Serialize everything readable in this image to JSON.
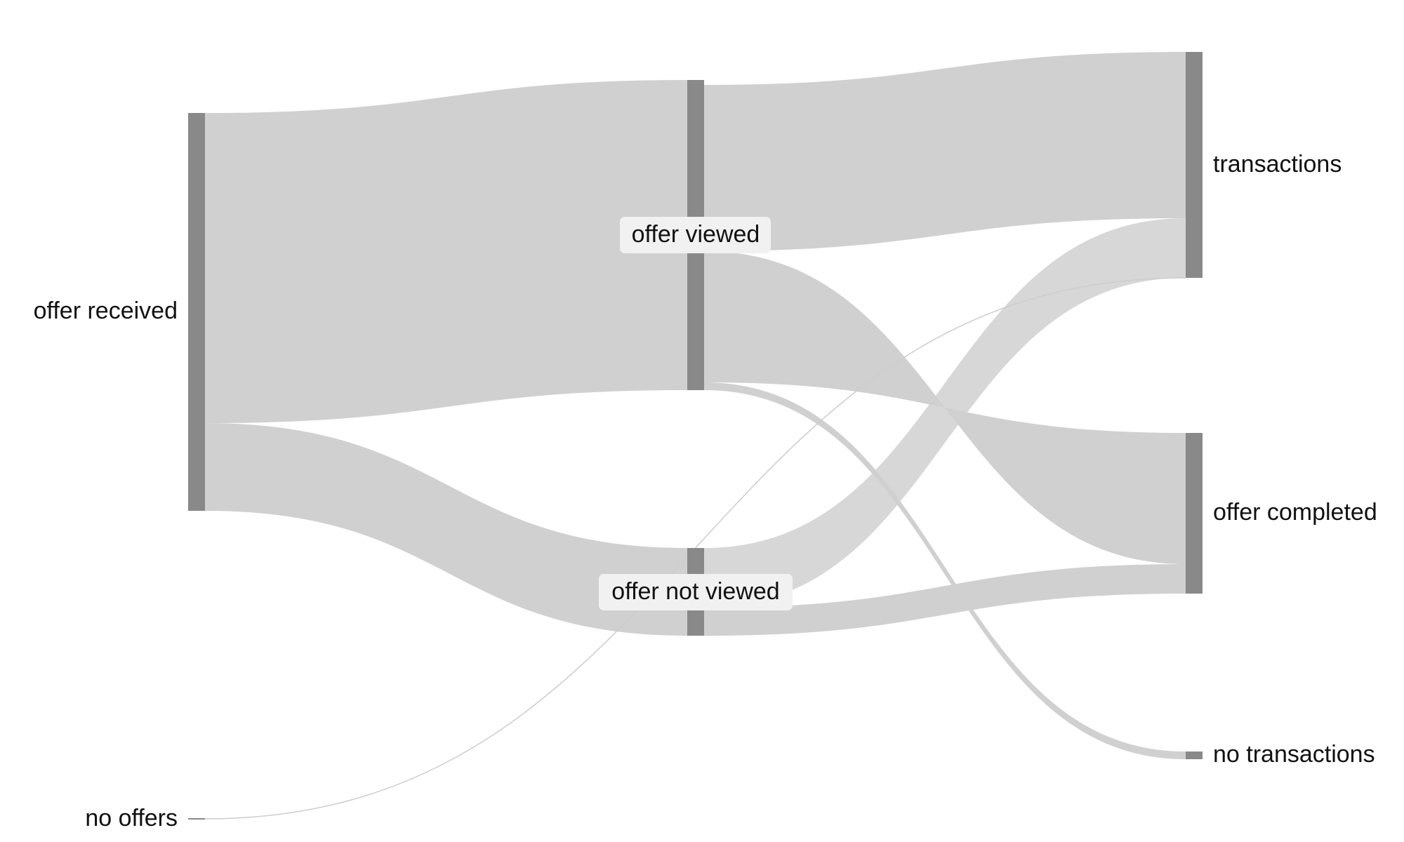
{
  "diagram": {
    "type": "sankey",
    "colors": {
      "node": "#898989",
      "link": "#d0d0d0",
      "label_bg": "#f1f1f1"
    },
    "nodes": {
      "offer_received": "offer received",
      "no_offers": "no offers",
      "offer_viewed": "offer viewed",
      "offer_not_viewed": "offer not viewed",
      "transactions": "transactions",
      "offer_completed": "offer completed",
      "no_transactions": "no transactions"
    },
    "links": [
      {
        "source": "offer received",
        "target": "offer viewed"
      },
      {
        "source": "offer received",
        "target": "offer not viewed"
      },
      {
        "source": "no offers",
        "target": "transactions"
      },
      {
        "source": "offer viewed",
        "target": "transactions"
      },
      {
        "source": "offer viewed",
        "target": "offer completed"
      },
      {
        "source": "offer viewed",
        "target": "no transactions"
      },
      {
        "source": "offer not viewed",
        "target": "transactions"
      },
      {
        "source": "offer not viewed",
        "target": "offer completed"
      }
    ]
  }
}
